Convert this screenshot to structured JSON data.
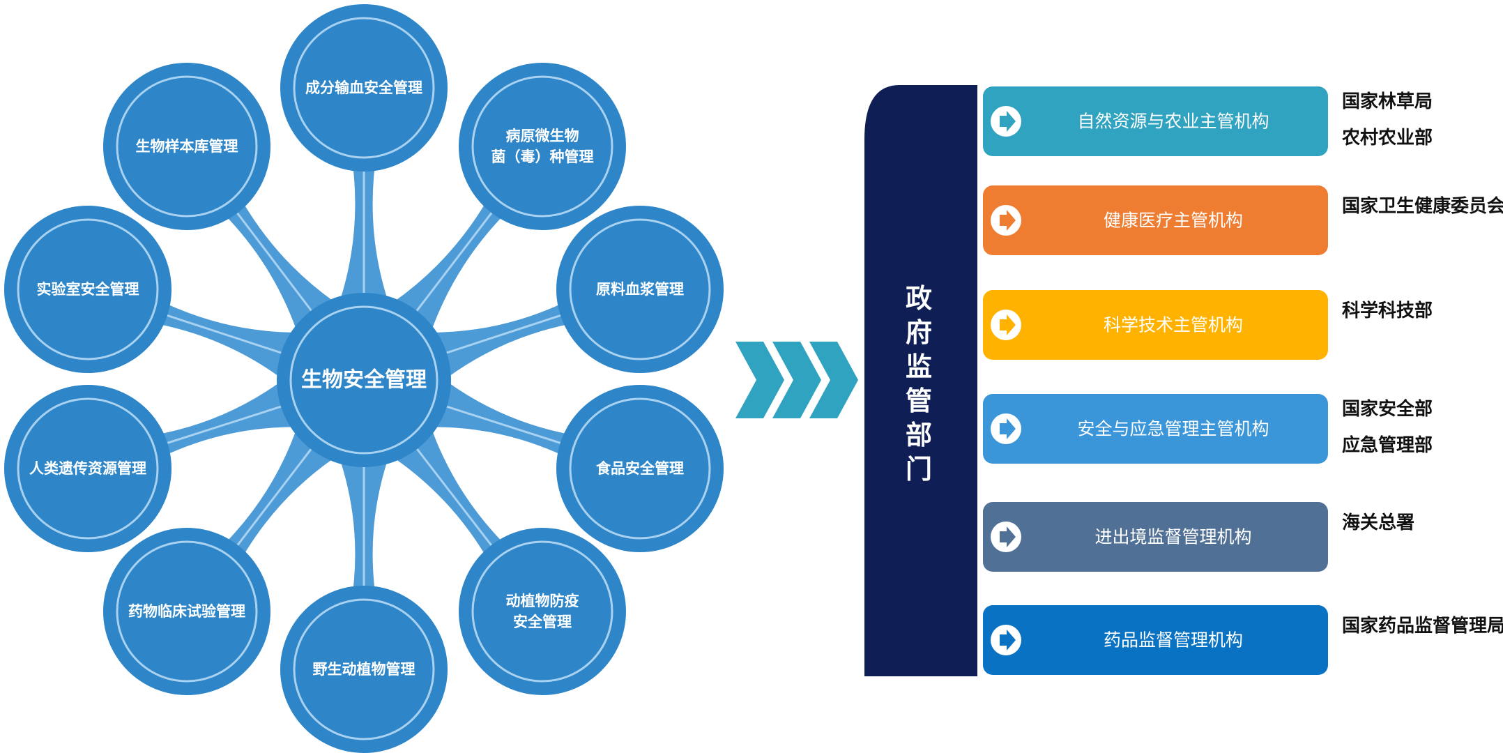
{
  "hub": {
    "label": "生物安全管理"
  },
  "satellites": [
    {
      "id": "blood",
      "lines": [
        "成分输血安全管理"
      ]
    },
    {
      "id": "pathogen",
      "lines": [
        "病原微生物",
        "菌（毒）种管理"
      ]
    },
    {
      "id": "plasma",
      "lines": [
        "原料血浆管理"
      ]
    },
    {
      "id": "food",
      "lines": [
        "食品安全管理"
      ]
    },
    {
      "id": "animal-plant",
      "lines": [
        "动植物防疫",
        "安全管理"
      ]
    },
    {
      "id": "wildlife",
      "lines": [
        "野生动植物管理"
      ]
    },
    {
      "id": "drug-trial",
      "lines": [
        "药物临床试验管理"
      ]
    },
    {
      "id": "genetic",
      "lines": [
        "人类遗传资源管理"
      ]
    },
    {
      "id": "lab",
      "lines": [
        "实验室安全管理"
      ]
    },
    {
      "id": "biobank",
      "lines": [
        "生物样本库管理"
      ]
    }
  ],
  "government": {
    "label_chars": [
      "政",
      "府",
      "监",
      "管",
      "部",
      "门"
    ]
  },
  "agencies": [
    {
      "label": "自然资源与农业主管机构",
      "color": "#2FA3BF",
      "departments": [
        "国家林草局",
        "农村农业部"
      ]
    },
    {
      "label": "健康医疗主管机构",
      "color": "#EE7C31",
      "departments": [
        "国家卫生健康委员会"
      ]
    },
    {
      "label": "科学技术主管机构",
      "color": "#FFB300",
      "departments": [
        "科学科技部"
      ]
    },
    {
      "label": "安全与应急管理主管机构",
      "color": "#3A96D9",
      "departments": [
        "国家安全部",
        "应急管理部"
      ]
    },
    {
      "label": "进出境监督管理机构",
      "color": "#517096",
      "departments": [
        "海关总署"
      ]
    },
    {
      "label": "药品监督管理机构",
      "color": "#0A72C3",
      "departments": [
        "国家药品监督管理局"
      ]
    }
  ],
  "colors": {
    "circle_fill": "#2E86C9",
    "circle_ring": "#A9D2F1",
    "connector": "#4D9BD6",
    "gov_fill": "#0F1F55",
    "chevron": "#2FA3BF"
  }
}
